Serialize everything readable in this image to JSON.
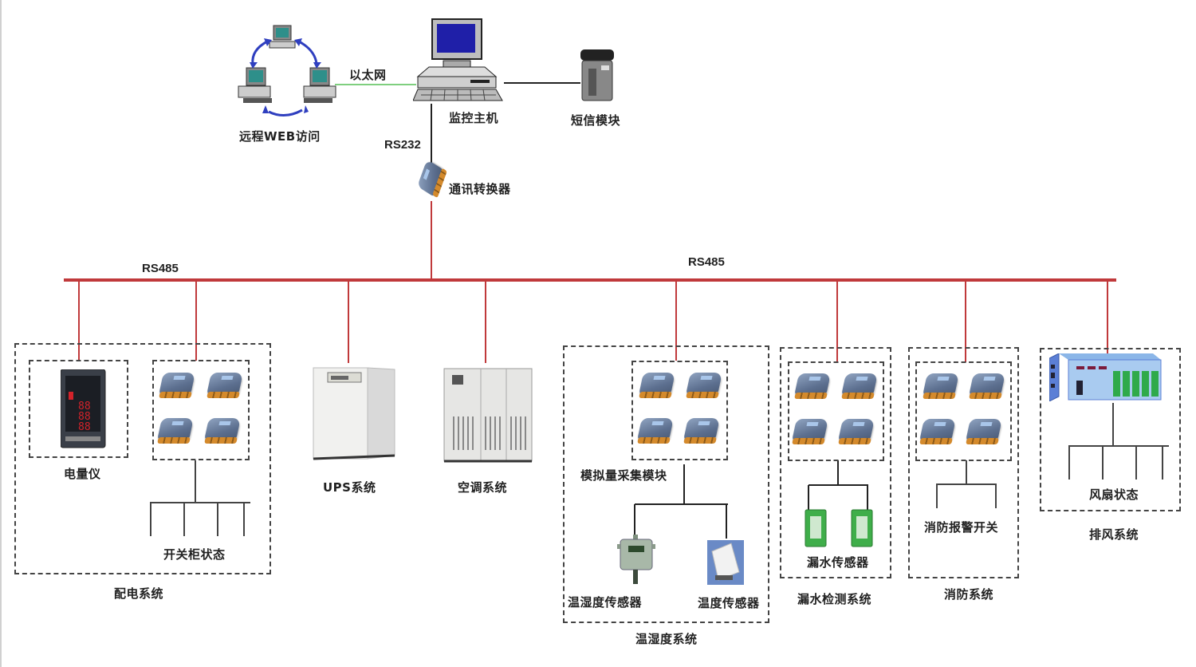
{
  "diagram": {
    "top": {
      "remote_web": "远程WEB访问",
      "ethernet": "以太网",
      "host": "监控主机",
      "sms": "短信模块",
      "rs232": "RS232",
      "converter": "通讯转换器"
    },
    "bus": {
      "left_label": "RS485",
      "right_label": "RS485",
      "color": "#c0393b"
    },
    "systems": {
      "power": {
        "title": "配电系统",
        "meter": "电量仪",
        "switch_status": "开关柜状态"
      },
      "ups": {
        "title": "UPS系统"
      },
      "ac": {
        "title": "空调系统"
      },
      "temp_humidity": {
        "title": "温湿度系统",
        "module": "模拟量采集模块",
        "th_sensor": "温湿度传感器",
        "t_sensor": "温度传感器"
      },
      "leak": {
        "title": "漏水检测系统",
        "sensor": "漏水传感器"
      },
      "fire": {
        "title": "消防系统",
        "switch": "消防报警开关"
      },
      "exhaust": {
        "title": "排风系统",
        "fan_status": "风扇状态"
      }
    }
  }
}
